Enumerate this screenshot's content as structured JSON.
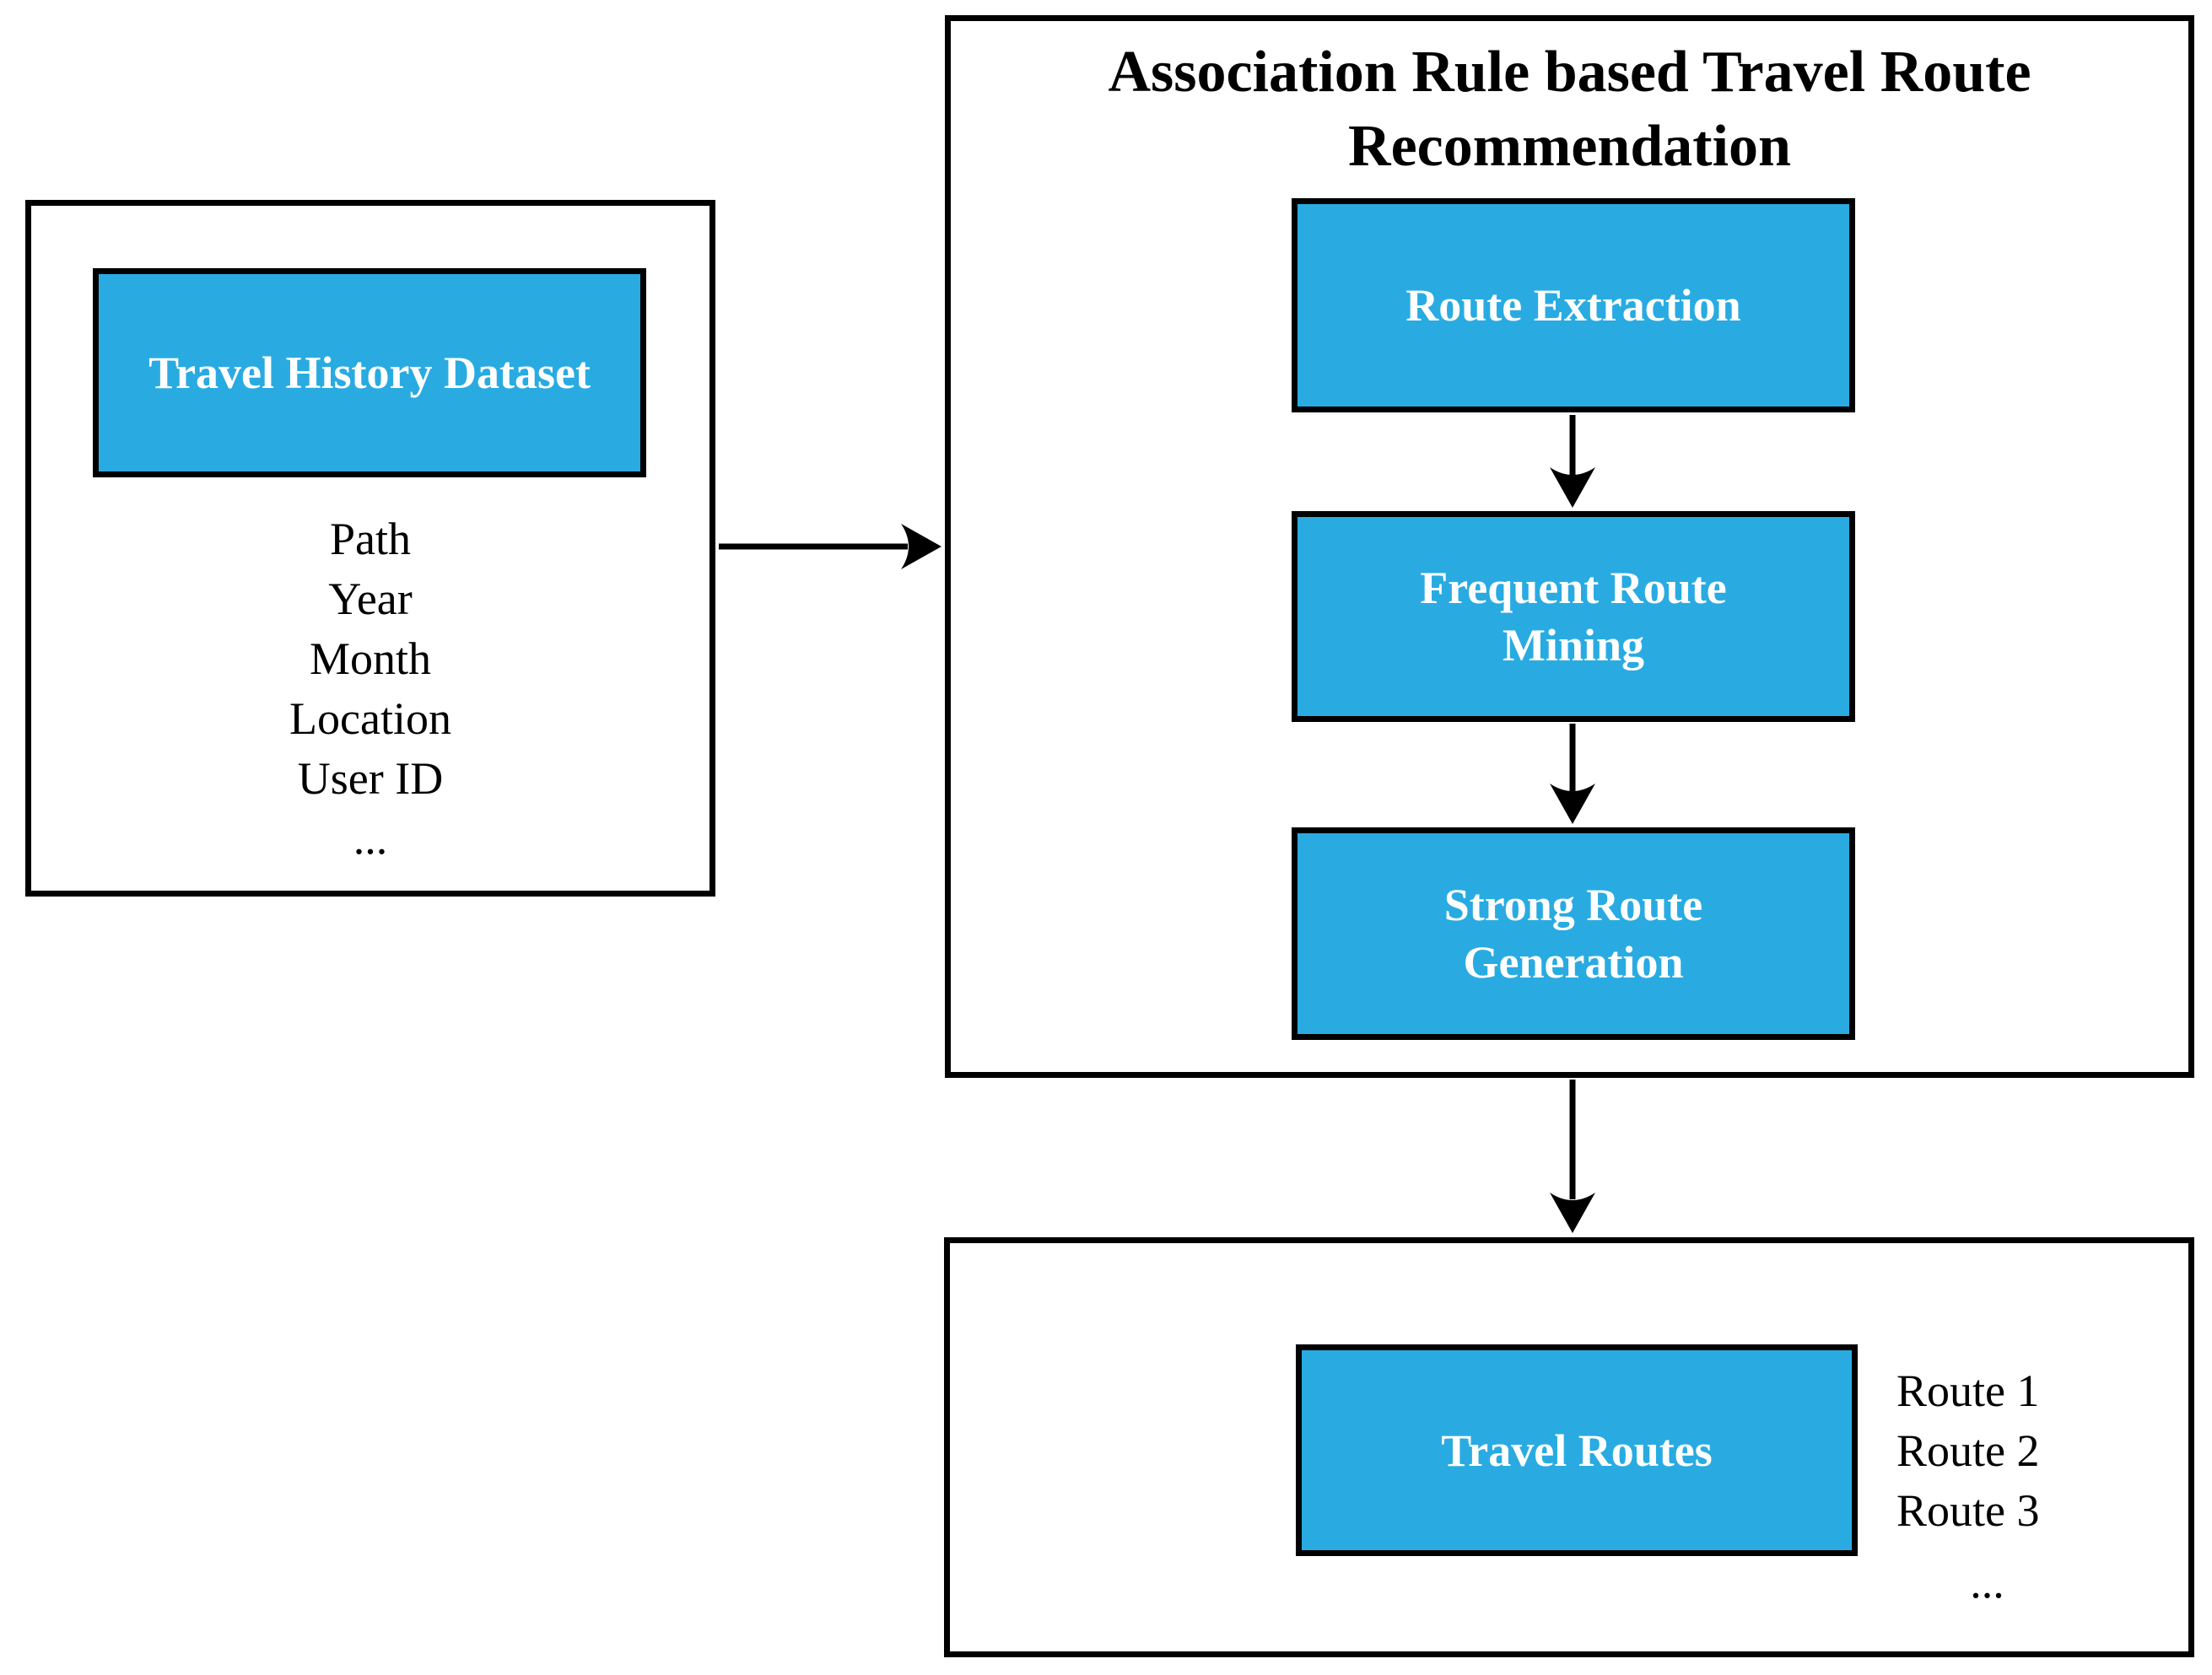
{
  "figure": {
    "background": "#FFFFFF",
    "accent_fill": "#29ABE2",
    "accent_text": "#FFFFFF",
    "line_color": "#000000"
  },
  "dataset_panel": {
    "node_label": "Travel History Dataset",
    "fields": [
      "Path",
      "Year",
      "Month",
      "Location",
      "User ID",
      "..."
    ]
  },
  "process_panel": {
    "title": "Association Rule based Travel Route Recommendation",
    "steps": [
      "Route Extraction",
      "Frequent Route Mining",
      "Strong Route Generation"
    ]
  },
  "output_panel": {
    "node_label": "Travel Routes",
    "routes": [
      "Route 1",
      "Route 2",
      "Route 3",
      "..."
    ]
  }
}
